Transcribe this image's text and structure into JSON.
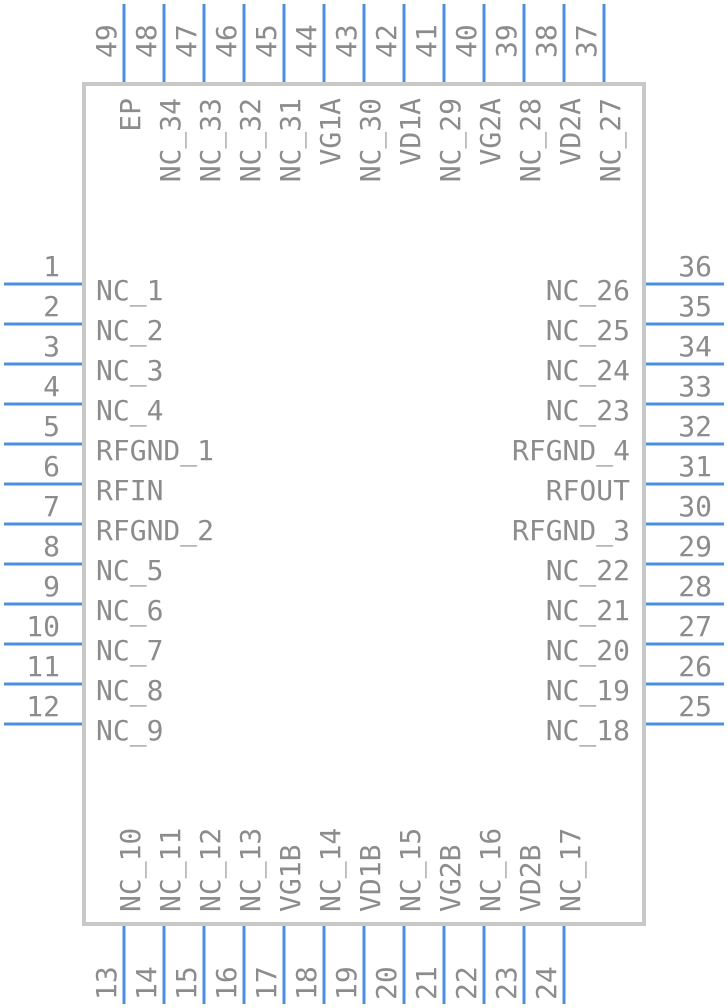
{
  "component": {
    "body_color": "#c8c8c8",
    "pin_color": "#4a90e2",
    "text_color": "#8c8c8c"
  },
  "left_pins": [
    {
      "num": "1",
      "label": "NC_1"
    },
    {
      "num": "2",
      "label": "NC_2"
    },
    {
      "num": "3",
      "label": "NC_3"
    },
    {
      "num": "4",
      "label": "NC_4"
    },
    {
      "num": "5",
      "label": "RFGND_1"
    },
    {
      "num": "6",
      "label": "RFIN"
    },
    {
      "num": "7",
      "label": "RFGND_2"
    },
    {
      "num": "8",
      "label": "NC_5"
    },
    {
      "num": "9",
      "label": "NC_6"
    },
    {
      "num": "10",
      "label": "NC_7"
    },
    {
      "num": "11",
      "label": "NC_8"
    },
    {
      "num": "12",
      "label": "NC_9"
    }
  ],
  "right_pins": [
    {
      "num": "36",
      "label": "NC_26"
    },
    {
      "num": "35",
      "label": "NC_25"
    },
    {
      "num": "34",
      "label": "NC_24"
    },
    {
      "num": "33",
      "label": "NC_23"
    },
    {
      "num": "32",
      "label": "RFGND_4"
    },
    {
      "num": "31",
      "label": "RFOUT"
    },
    {
      "num": "30",
      "label": "RFGND_3"
    },
    {
      "num": "29",
      "label": "NC_22"
    },
    {
      "num": "28",
      "label": "NC_21"
    },
    {
      "num": "27",
      "label": "NC_20"
    },
    {
      "num": "26",
      "label": "NC_19"
    },
    {
      "num": "25",
      "label": "NC_18"
    }
  ],
  "top_pins": [
    {
      "num": "49",
      "label": "EP"
    },
    {
      "num": "48",
      "label": "NC_34"
    },
    {
      "num": "47",
      "label": "NC_33"
    },
    {
      "num": "46",
      "label": "NC_32"
    },
    {
      "num": "45",
      "label": "NC_31"
    },
    {
      "num": "44",
      "label": "VG1A"
    },
    {
      "num": "43",
      "label": "NC_30"
    },
    {
      "num": "42",
      "label": "VD1A"
    },
    {
      "num": "41",
      "label": "NC_29"
    },
    {
      "num": "40",
      "label": "VG2A"
    },
    {
      "num": "39",
      "label": "NC_28"
    },
    {
      "num": "38",
      "label": "VD2A"
    },
    {
      "num": "37",
      "label": "NC_27"
    }
  ],
  "bottom_pins": [
    {
      "num": "13",
      "label": "NC_10"
    },
    {
      "num": "14",
      "label": "NC_11"
    },
    {
      "num": "15",
      "label": "NC_12"
    },
    {
      "num": "16",
      "label": "NC_13"
    },
    {
      "num": "17",
      "label": "VG1B"
    },
    {
      "num": "18",
      "label": "NC_14"
    },
    {
      "num": "19",
      "label": "VD1B"
    },
    {
      "num": "20",
      "label": "NC_15"
    },
    {
      "num": "21",
      "label": "VG2B"
    },
    {
      "num": "22",
      "label": "NC_16"
    },
    {
      "num": "23",
      "label": "VD2B"
    },
    {
      "num": "24",
      "label": "NC_17"
    }
  ]
}
